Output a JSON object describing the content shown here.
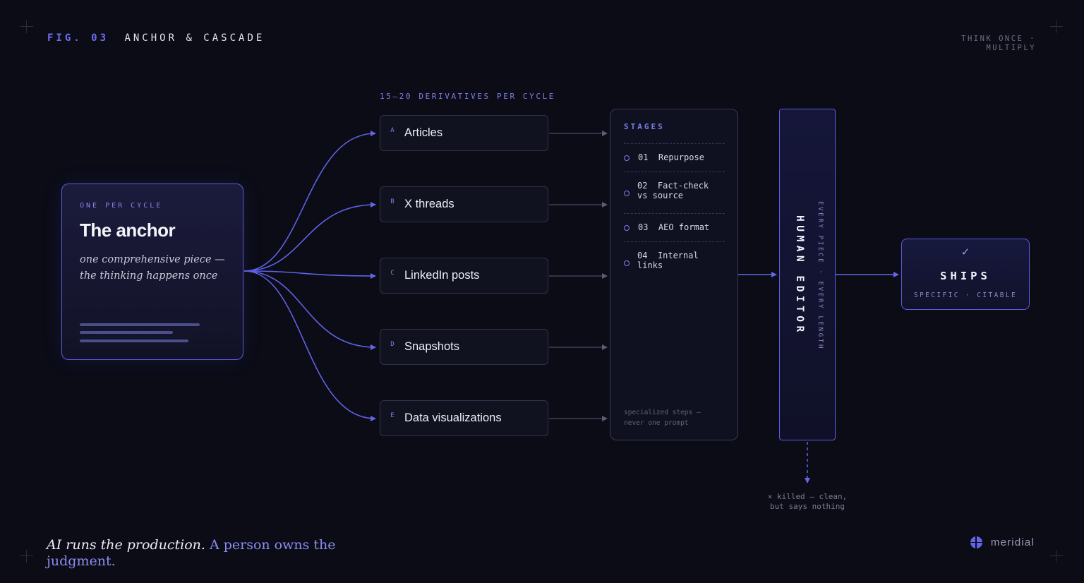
{
  "header": {
    "fig_label": "FIG. 03",
    "title": "ANCHOR & CASCADE",
    "tagline": "THINK ONCE · MULTIPLY"
  },
  "anchor": {
    "kicker": "ONE PER CYCLE",
    "title": "The anchor",
    "description": "one comprehensive piece — the thinking happens once"
  },
  "derivatives": {
    "heading": "15–20 DERIVATIVES PER CYCLE",
    "items": [
      {
        "letter": "A",
        "label": "Articles"
      },
      {
        "letter": "B",
        "label": "X threads"
      },
      {
        "letter": "C",
        "label": "LinkedIn posts"
      },
      {
        "letter": "D",
        "label": "Snapshots"
      },
      {
        "letter": "E",
        "label": "Data visualizations"
      }
    ]
  },
  "stages": {
    "heading": "STAGES",
    "items": [
      {
        "label": "01  Repurpose"
      },
      {
        "label": "02  Fact-check\nvs source"
      },
      {
        "label": "03  AEO format"
      },
      {
        "label": "04  Internal\nlinks"
      }
    ],
    "footnote": "specialized steps —\nnever one prompt"
  },
  "editor": {
    "title": "HUMAN EDITOR",
    "subtitle": "EVERY PIECE · EVERY LENGTH",
    "rejected": "× killed — clean,\nbut says nothing"
  },
  "ships": {
    "check": "✓",
    "title": "SHIPS",
    "subtitle": "SPECIFIC · CITABLE"
  },
  "footer": {
    "statement_lead": "AI runs the production.",
    "statement_accent": "A person owns the judgment.",
    "brand": "meridial"
  },
  "colors": {
    "background": "#0b0c16",
    "accent": "#6466e8",
    "connector": "#5f61e6",
    "muted_connector": "#4b4d68"
  }
}
